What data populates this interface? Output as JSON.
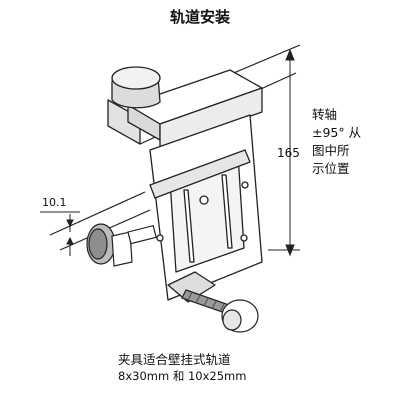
{
  "title": "轨道安装",
  "dimensions": {
    "height": "165",
    "offset": "10.1"
  },
  "rotation_note": {
    "line1": "转轴",
    "line2": "±95° 从",
    "line3": "图中所",
    "line4": "示位置"
  },
  "caption": {
    "line1": "夹具适合壁挂式轨道",
    "line2": "8x30mm 和 10x25mm"
  },
  "colors": {
    "line": "#222222",
    "fill": "#ffffff",
    "shade": "#d9d9d9"
  }
}
